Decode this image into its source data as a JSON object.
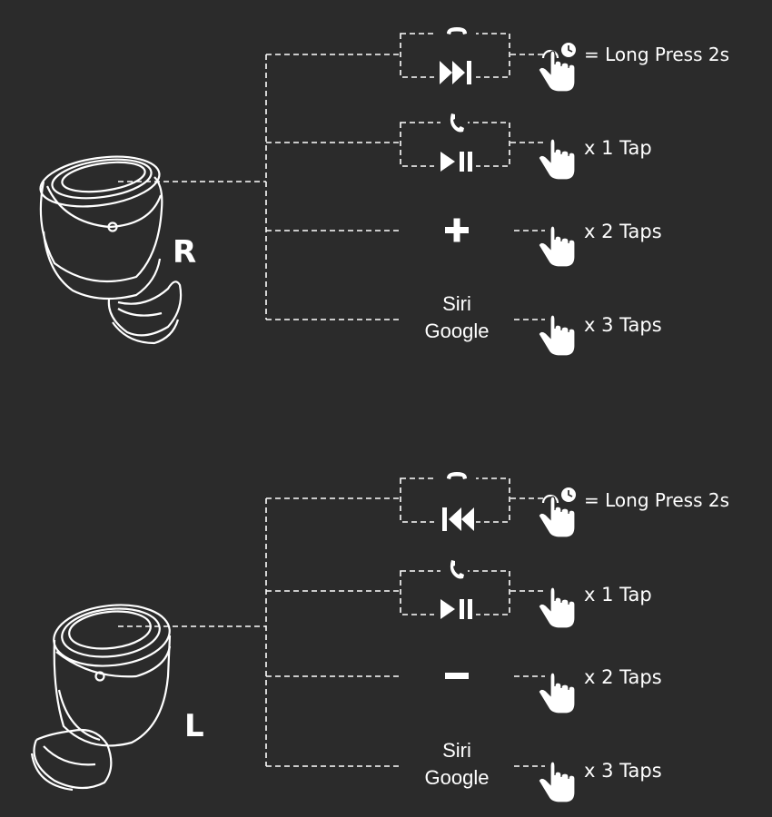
{
  "colors": {
    "background": "#2b2b2b",
    "foreground": "#ffffff"
  },
  "right": {
    "side_label": "R",
    "rows": [
      {
        "icon": "hang-up-icon",
        "icon2": "next-track-icon",
        "gesture": "long-press-clock-icon",
        "label": "= Long Press 2s"
      },
      {
        "icon": "phone-icon",
        "icon2": "play-pause-icon",
        "gesture": "tap-hand-icon",
        "label": "x 1 Tap"
      },
      {
        "icon": "plus-icon",
        "gesture": "tap-hand-icon",
        "label": "x 2 Taps"
      },
      {
        "line1": "Siri",
        "line2": "Google",
        "gesture": "tap-hand-icon",
        "label": "x 3 Taps"
      }
    ]
  },
  "left": {
    "side_label": "L",
    "rows": [
      {
        "icon": "hang-up-icon",
        "icon2": "previous-track-icon",
        "gesture": "long-press-clock-icon",
        "label": "= Long Press 2s"
      },
      {
        "icon": "phone-icon",
        "icon2": "play-pause-icon",
        "gesture": "tap-hand-icon",
        "label": "x 1 Tap"
      },
      {
        "icon": "minus-icon",
        "gesture": "tap-hand-icon",
        "label": "x 2 Taps"
      },
      {
        "line1": "Siri",
        "line2": "Google",
        "gesture": "tap-hand-icon",
        "label": "x 3 Taps"
      }
    ]
  }
}
